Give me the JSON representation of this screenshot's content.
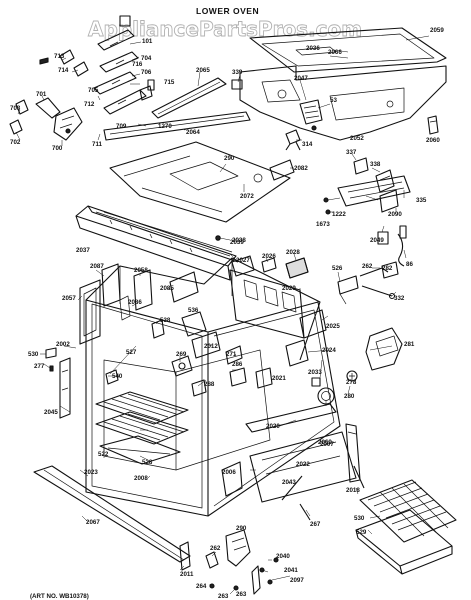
{
  "title": "LOWER OVEN",
  "watermark": "AppliancePartsPros.com",
  "art_number": "(ART NO. WB10378)",
  "part_numbers": [
    "2059",
    "2036",
    "2066",
    "339",
    "2065",
    "101",
    "704",
    "706",
    "716",
    "715",
    "713",
    "714",
    "701",
    "705",
    "712",
    "703",
    "702",
    "700",
    "711",
    "709",
    "1270",
    "2064",
    "2047",
    "53",
    "314",
    "337",
    "338",
    "2052",
    "2060",
    "2038",
    "290",
    "2082",
    "2072",
    "335",
    "1222",
    "1673",
    "2090",
    "2049",
    "86",
    "2039",
    "2037",
    "2027",
    "2026",
    "2028",
    "2087",
    "2058",
    "2057",
    "2085",
    "2086",
    "2029",
    "526",
    "262",
    "282",
    "2025",
    "536",
    "538",
    "332",
    "2002",
    "530",
    "277",
    "527",
    "269",
    "2012",
    "271",
    "2024",
    "281",
    "286",
    "540",
    "288",
    "2021",
    "2023",
    "2033",
    "278",
    "280",
    "2045",
    "2008",
    "528",
    "2020",
    "2007",
    "522",
    "2022",
    "2006",
    "2043",
    "267",
    "2018",
    "2069",
    "530",
    "529",
    "2011",
    "2067",
    "262",
    "290",
    "2040",
    "2041",
    "2097",
    "264",
    "263",
    "263"
  ]
}
